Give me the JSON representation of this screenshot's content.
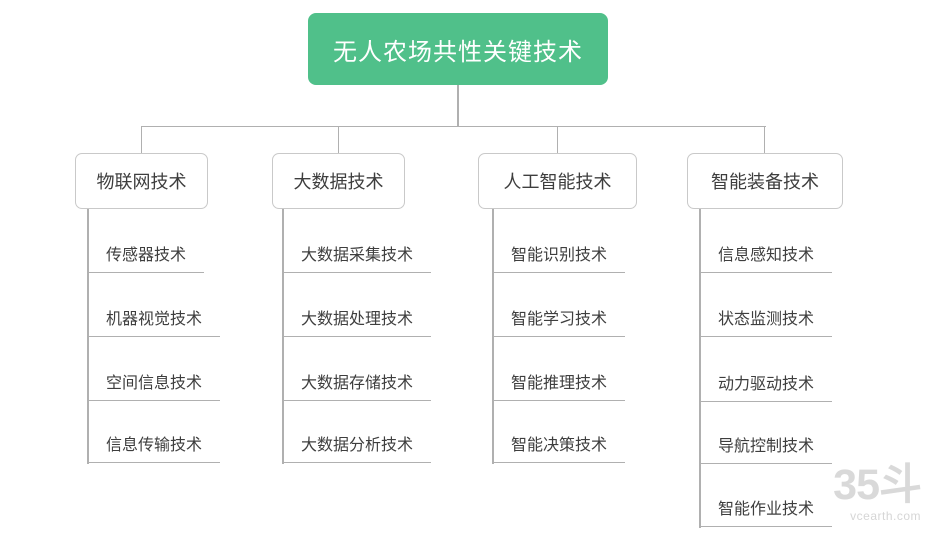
{
  "colors": {
    "root_bg": "#50c08a",
    "root_text": "#ffffff",
    "line": "#b0b0b0",
    "box_border": "#c9c9c9",
    "text": "#3e3e3e",
    "watermark": "#d9d9d9"
  },
  "tree": {
    "root": {
      "label": "无人农场共性关键技术"
    },
    "branches": [
      {
        "label": "物联网技术",
        "children": [
          {
            "label": "传感器技术"
          },
          {
            "label": "机器视觉技术"
          },
          {
            "label": "空间信息技术"
          },
          {
            "label": "信息传输技术"
          }
        ]
      },
      {
        "label": "大数据技术",
        "children": [
          {
            "label": "大数据采集技术"
          },
          {
            "label": "大数据处理技术"
          },
          {
            "label": "大数据存储技术"
          },
          {
            "label": "大数据分析技术"
          }
        ]
      },
      {
        "label": "人工智能技术",
        "children": [
          {
            "label": "智能识别技术"
          },
          {
            "label": "智能学习技术"
          },
          {
            "label": "智能推理技术"
          },
          {
            "label": "智能决策技术"
          }
        ]
      },
      {
        "label": "智能装备技术",
        "children": [
          {
            "label": "信息感知技术"
          },
          {
            "label": "状态监测技术"
          },
          {
            "label": "动力驱动技术"
          },
          {
            "label": "导航控制技术"
          },
          {
            "label": "智能作业技术"
          }
        ]
      }
    ]
  },
  "watermark": {
    "logo": "35斗",
    "site": "vcearth.com"
  }
}
